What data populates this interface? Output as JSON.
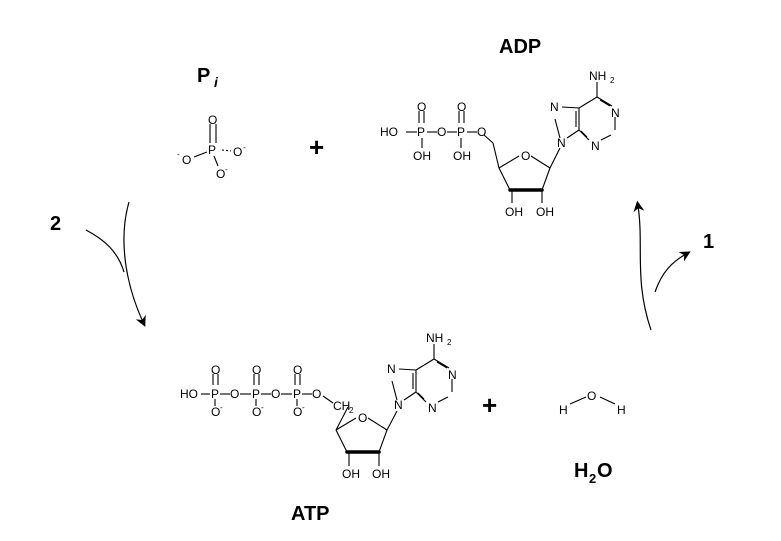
{
  "labels": {
    "pi_main": "P",
    "pi_sub": "i",
    "adp": "ADP",
    "atp": "ATP",
    "h2o_main": "H",
    "h2o_sub": "2",
    "h2o_tail": "O",
    "step_1": "1",
    "step_2": "2",
    "plus": "+"
  },
  "phosphate": {
    "p": "P",
    "o": "O",
    "o_minus": "-"
  },
  "water": {
    "h": "H",
    "o": "O"
  },
  "adp": {
    "ho": "HO",
    "oh": "OH",
    "p": "P",
    "o": "O",
    "n": "N",
    "nh": "NH",
    "nh_sub": "2"
  },
  "atp": {
    "ho": "HO",
    "oh": "OH",
    "p": "P",
    "o": "O",
    "o_minus": "O",
    "minus": "-",
    "n": "N",
    "ch": "CH",
    "ch_sub": "2",
    "nh": "NH",
    "nh_sub": "2"
  }
}
